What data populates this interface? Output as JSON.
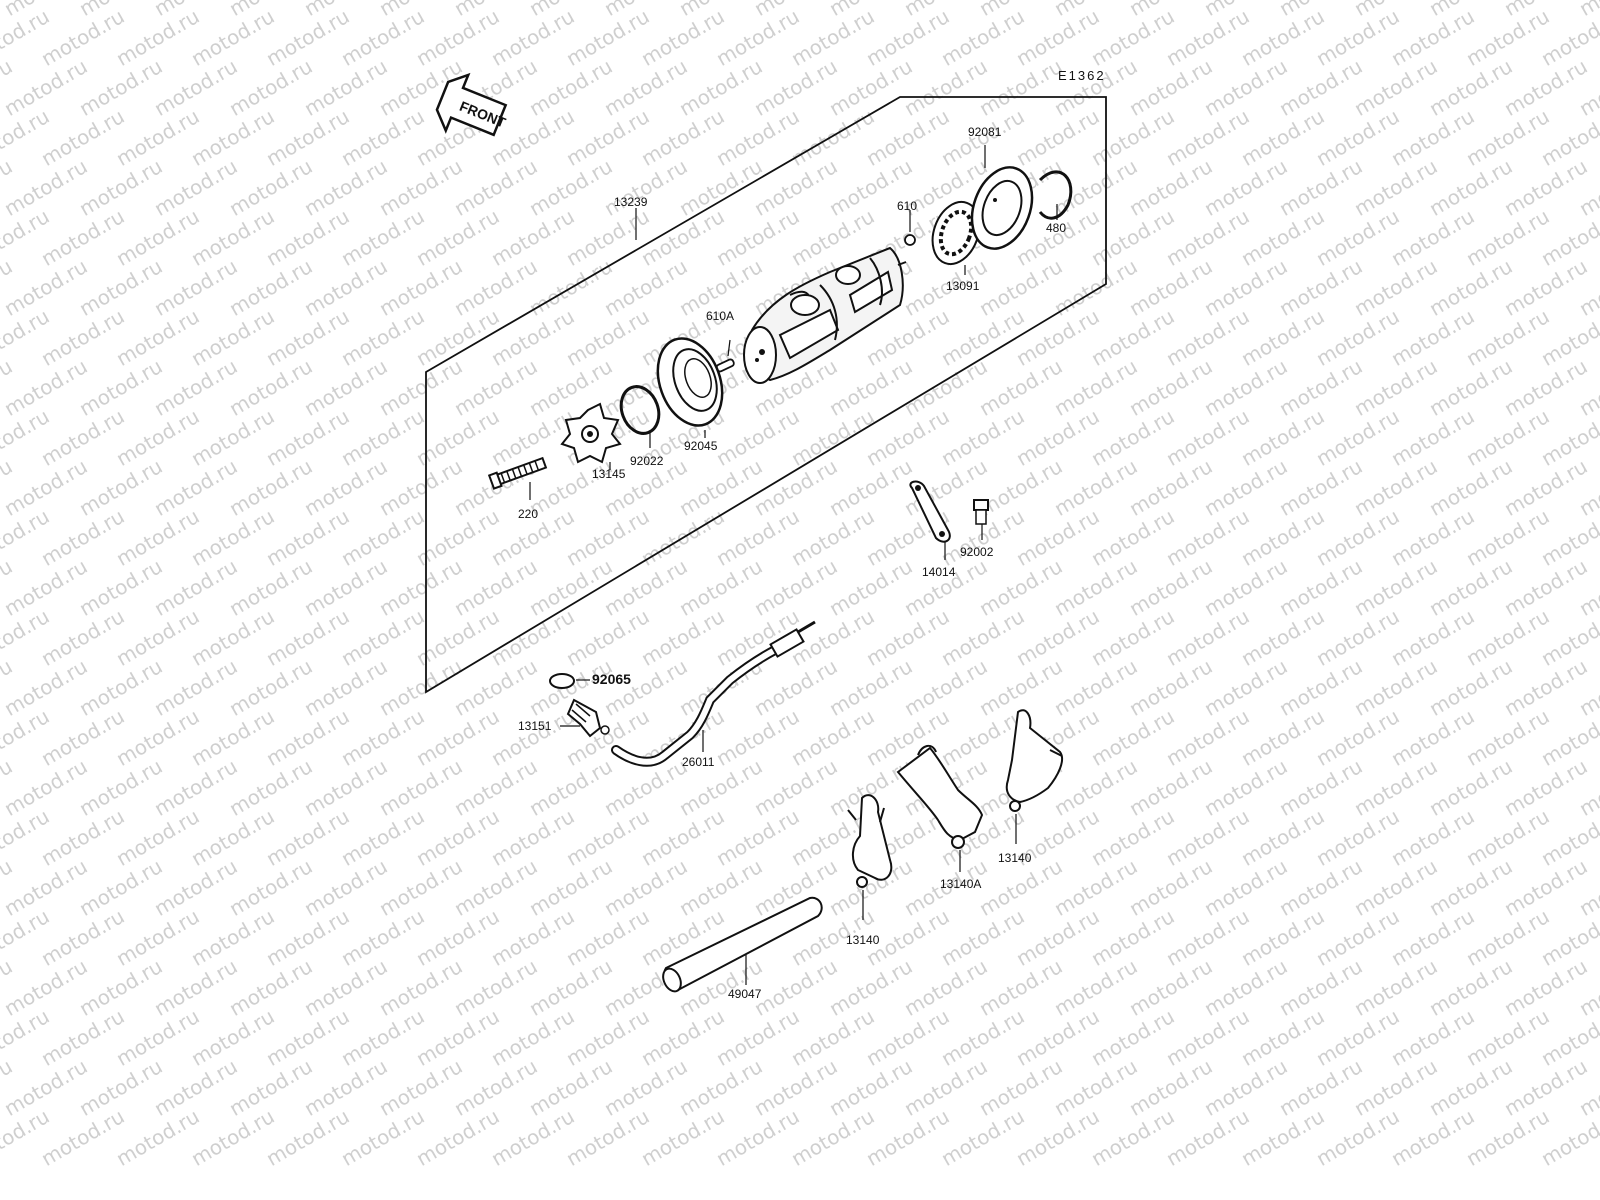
{
  "watermark": "motod.ru",
  "diagram_code": "E1362",
  "front_label": "FRONT",
  "parts": {
    "p13239": "13239",
    "p92081": "92081",
    "p480": "480",
    "p610": "610",
    "p13091": "13091",
    "p610A": "610A",
    "p92045": "92045",
    "p92022": "92022",
    "p13145": "13145",
    "p220": "220",
    "p14014": "14014",
    "p92002": "92002",
    "p92065": "92065",
    "p13151": "13151",
    "p26011": "26011",
    "p13140a": "13140",
    "p13140A": "13140A",
    "p13140b": "13140",
    "p49047": "49047"
  }
}
